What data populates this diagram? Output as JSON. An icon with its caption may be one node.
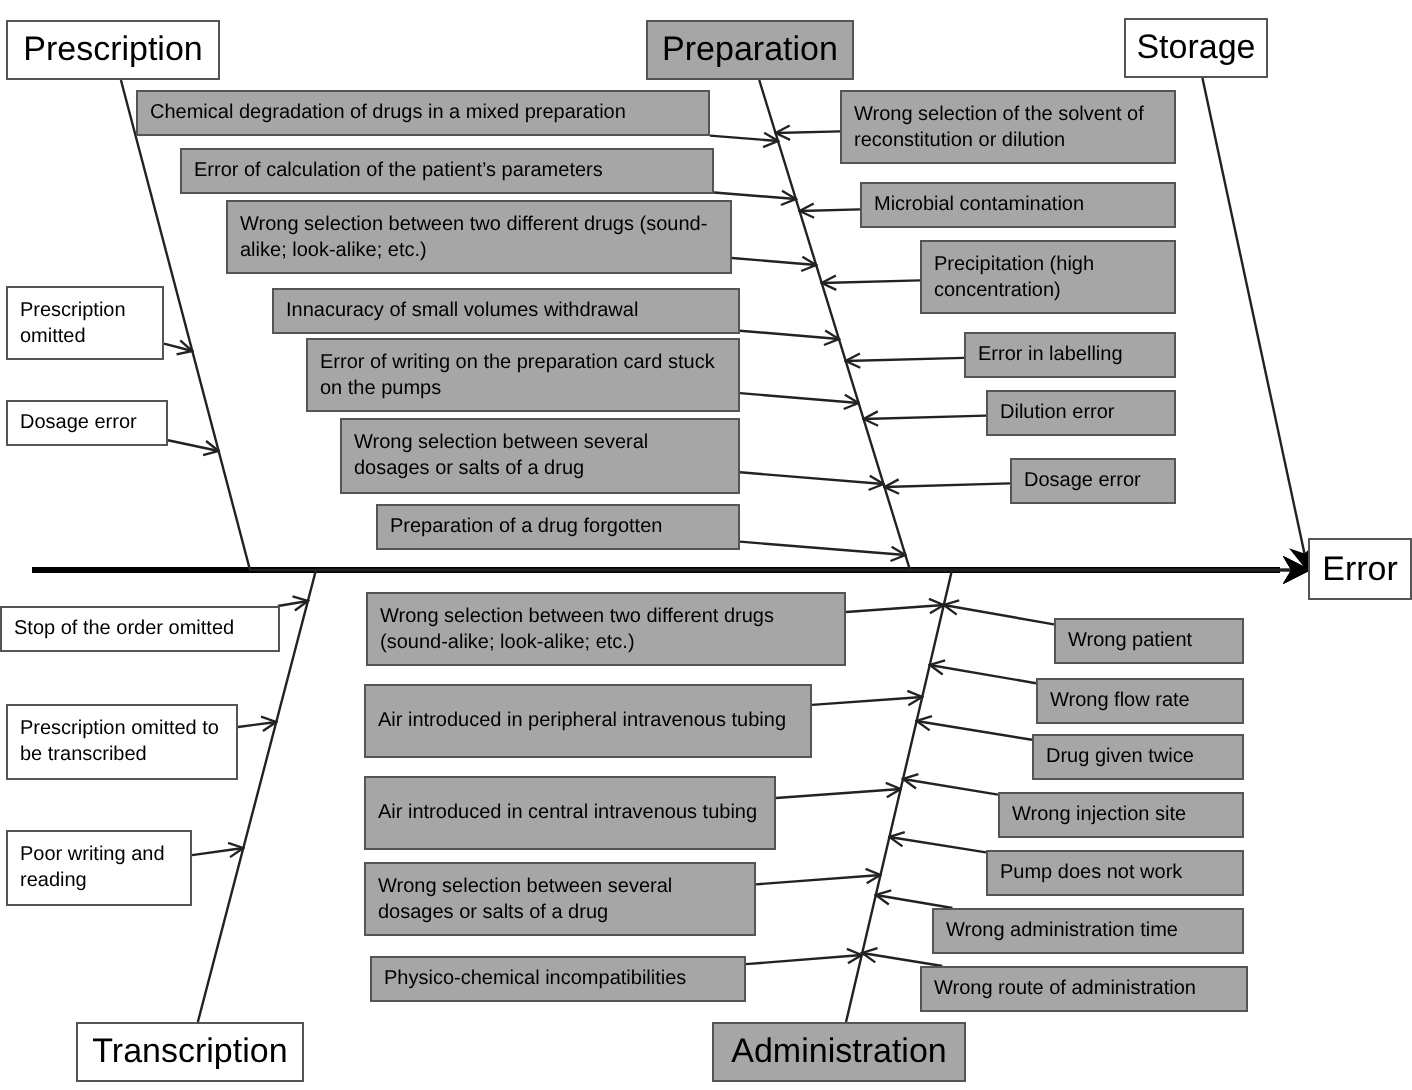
{
  "diagram": {
    "nodes": [
      {
        "text": [
          "Prescription"
        ]
      },
      {
        "text": [
          "Preparation"
        ]
      },
      {
        "text": [
          "Storage"
        ]
      },
      {
        "text": [
          "Error"
        ]
      },
      {
        "text": [
          "Transcription"
        ]
      },
      {
        "text": [
          "Administration"
        ]
      },
      {
        "text": [
          "Prescription omitted"
        ]
      },
      {
        "text": [
          "Dosage error"
        ]
      },
      {
        "text": [
          "Chemical degradation of drugs in a mixed preparation"
        ]
      },
      {
        "text": [
          "Error of calculation of the patient’s parameters"
        ]
      },
      {
        "text": [
          "Wrong selection between two different drugs (sound-alike; look-alike; etc.)"
        ]
      },
      {
        "text": [
          "Innacuracy of small volumes withdrawal"
        ]
      },
      {
        "text": [
          "Error of writing on the preparation card stuck on the pumps"
        ]
      },
      {
        "text": [
          "Wrong selection between several dosages or salts of a drug"
        ]
      },
      {
        "text": [
          "Preparation of a drug forgotten"
        ]
      },
      {
        "text": [
          "Wrong selection of the solvent of reconstitution or dilution"
        ]
      },
      {
        "text": [
          "Microbial contamination"
        ]
      },
      {
        "text": [
          "Precipitation (high concentration)"
        ]
      },
      {
        "text": [
          "Error in labelling"
        ]
      },
      {
        "text": [
          "Dilution error"
        ]
      },
      {
        "text": [
          "Dosage error"
        ]
      },
      {
        "text": [
          "Stop of the order omitted"
        ]
      },
      {
        "text": [
          "Prescription omitted to be transcribed"
        ]
      },
      {
        "text": [
          "Poor writing and reading"
        ]
      },
      {
        "text": [
          "Wrong selection between two different drugs (sound-alike; look-alike; etc.)"
        ]
      },
      {
        "text": [
          "Air introduced in peripheral intravenous tubing"
        ]
      },
      {
        "text": [
          "Air introduced in central intravenous tubing"
        ]
      },
      {
        "text": [
          "Wrong selection between several dosages or salts of a drug"
        ]
      },
      {
        "text": [
          "Physico-chemical incompatibilities"
        ]
      },
      {
        "text": [
          "Wrong patient"
        ]
      },
      {
        "text": [
          "Wrong flow rate"
        ]
      },
      {
        "text": [
          "Drug given twice"
        ]
      },
      {
        "text": [
          "Wrong injection site"
        ]
      },
      {
        "text": [
          "Pump does not work"
        ]
      },
      {
        "text": [
          "Wrong administration time"
        ]
      },
      {
        "text": [
          "Wrong route of administration"
        ]
      }
    ],
    "edges": [
      {
        "from": 0,
        "to": 3,
        "arrow": "to"
      },
      {
        "from": 1,
        "to": 3,
        "arrow": "to"
      },
      {
        "from": 2,
        "to": 3,
        "arrow": "to"
      },
      {
        "from": 4,
        "to": 3,
        "arrow": "to"
      },
      {
        "from": 5,
        "to": 3,
        "arrow": "to"
      },
      {
        "from": 6,
        "to": null,
        "arrow": "to"
      },
      {
        "from": 7,
        "to": null,
        "arrow": "to"
      },
      {
        "from": 8,
        "to": null,
        "arrow": "to"
      },
      {
        "from": 9,
        "to": null,
        "arrow": "to"
      },
      {
        "from": 10,
        "to": null,
        "arrow": "to"
      },
      {
        "from": 11,
        "to": null,
        "arrow": "to"
      },
      {
        "from": 12,
        "to": null,
        "arrow": "to"
      },
      {
        "from": 13,
        "to": null,
        "arrow": "to"
      },
      {
        "from": 14,
        "to": null,
        "arrow": "to"
      },
      {
        "from": 15,
        "to": null,
        "arrow": "to"
      },
      {
        "from": 16,
        "to": null,
        "arrow": "to"
      },
      {
        "from": 17,
        "to": null,
        "arrow": "to"
      },
      {
        "from": 18,
        "to": null,
        "arrow": "to"
      },
      {
        "from": 19,
        "to": null,
        "arrow": "to"
      },
      {
        "from": 20,
        "to": null,
        "arrow": "to"
      },
      {
        "from": 21,
        "to": null,
        "arrow": "to"
      },
      {
        "from": 22,
        "to": null,
        "arrow": "to"
      },
      {
        "from": 23,
        "to": null,
        "arrow": "to"
      },
      {
        "from": 24,
        "to": null,
        "arrow": "to"
      },
      {
        "from": 25,
        "to": null,
        "arrow": "to"
      },
      {
        "from": 26,
        "to": null,
        "arrow": "to"
      },
      {
        "from": 27,
        "to": null,
        "arrow": "to"
      },
      {
        "from": 28,
        "to": null,
        "arrow": "to"
      },
      {
        "from": 29,
        "to": null,
        "arrow": "to"
      },
      {
        "from": 30,
        "to": null,
        "arrow": "to"
      },
      {
        "from": 31,
        "to": null,
        "arrow": "to"
      },
      {
        "from": 32,
        "to": null,
        "arrow": "to"
      },
      {
        "from": 33,
        "to": null,
        "arrow": "to"
      },
      {
        "from": 34,
        "to": null,
        "arrow": "to"
      },
      {
        "from": 35,
        "to": null,
        "arrow": "to"
      }
    ]
  }
}
